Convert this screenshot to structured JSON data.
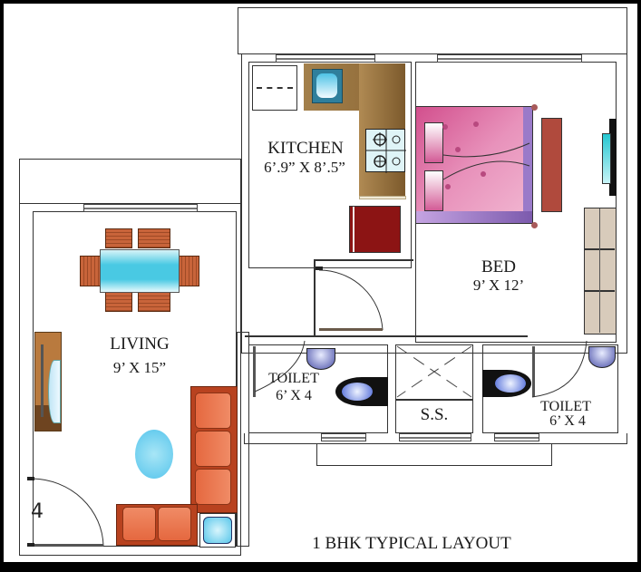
{
  "plan": {
    "title": "1 BHK TYPICAL LAYOUT",
    "door_tag": "4"
  },
  "rooms": {
    "kitchen": {
      "name": "KITCHEN",
      "dimensions": "6’.9” X 8’.5”"
    },
    "bed": {
      "name": "BED",
      "dimensions": "9’ X 12’"
    },
    "living": {
      "name": "LIVING",
      "dimensions": "9’ X 15”"
    },
    "toilet_left": {
      "name": "TOILET",
      "dimensions": "6’ X 4"
    },
    "toilet_right": {
      "name": "TOILET",
      "dimensions": "6’ X 4"
    },
    "shaft": {
      "name": "S.S."
    }
  },
  "colors": {
    "frame": "#000000",
    "wall_line": "#333333",
    "kitchen_counter": "#9b7440",
    "bed_pink": "#d9689e",
    "bed_purple": "#8a63b5",
    "chair_wood": "#c8643a",
    "glass_blue": "#49c9e3",
    "sofa_orange": "#e5683f",
    "wardrobe": "#cdbfae",
    "dark_red": "#8c1414"
  }
}
